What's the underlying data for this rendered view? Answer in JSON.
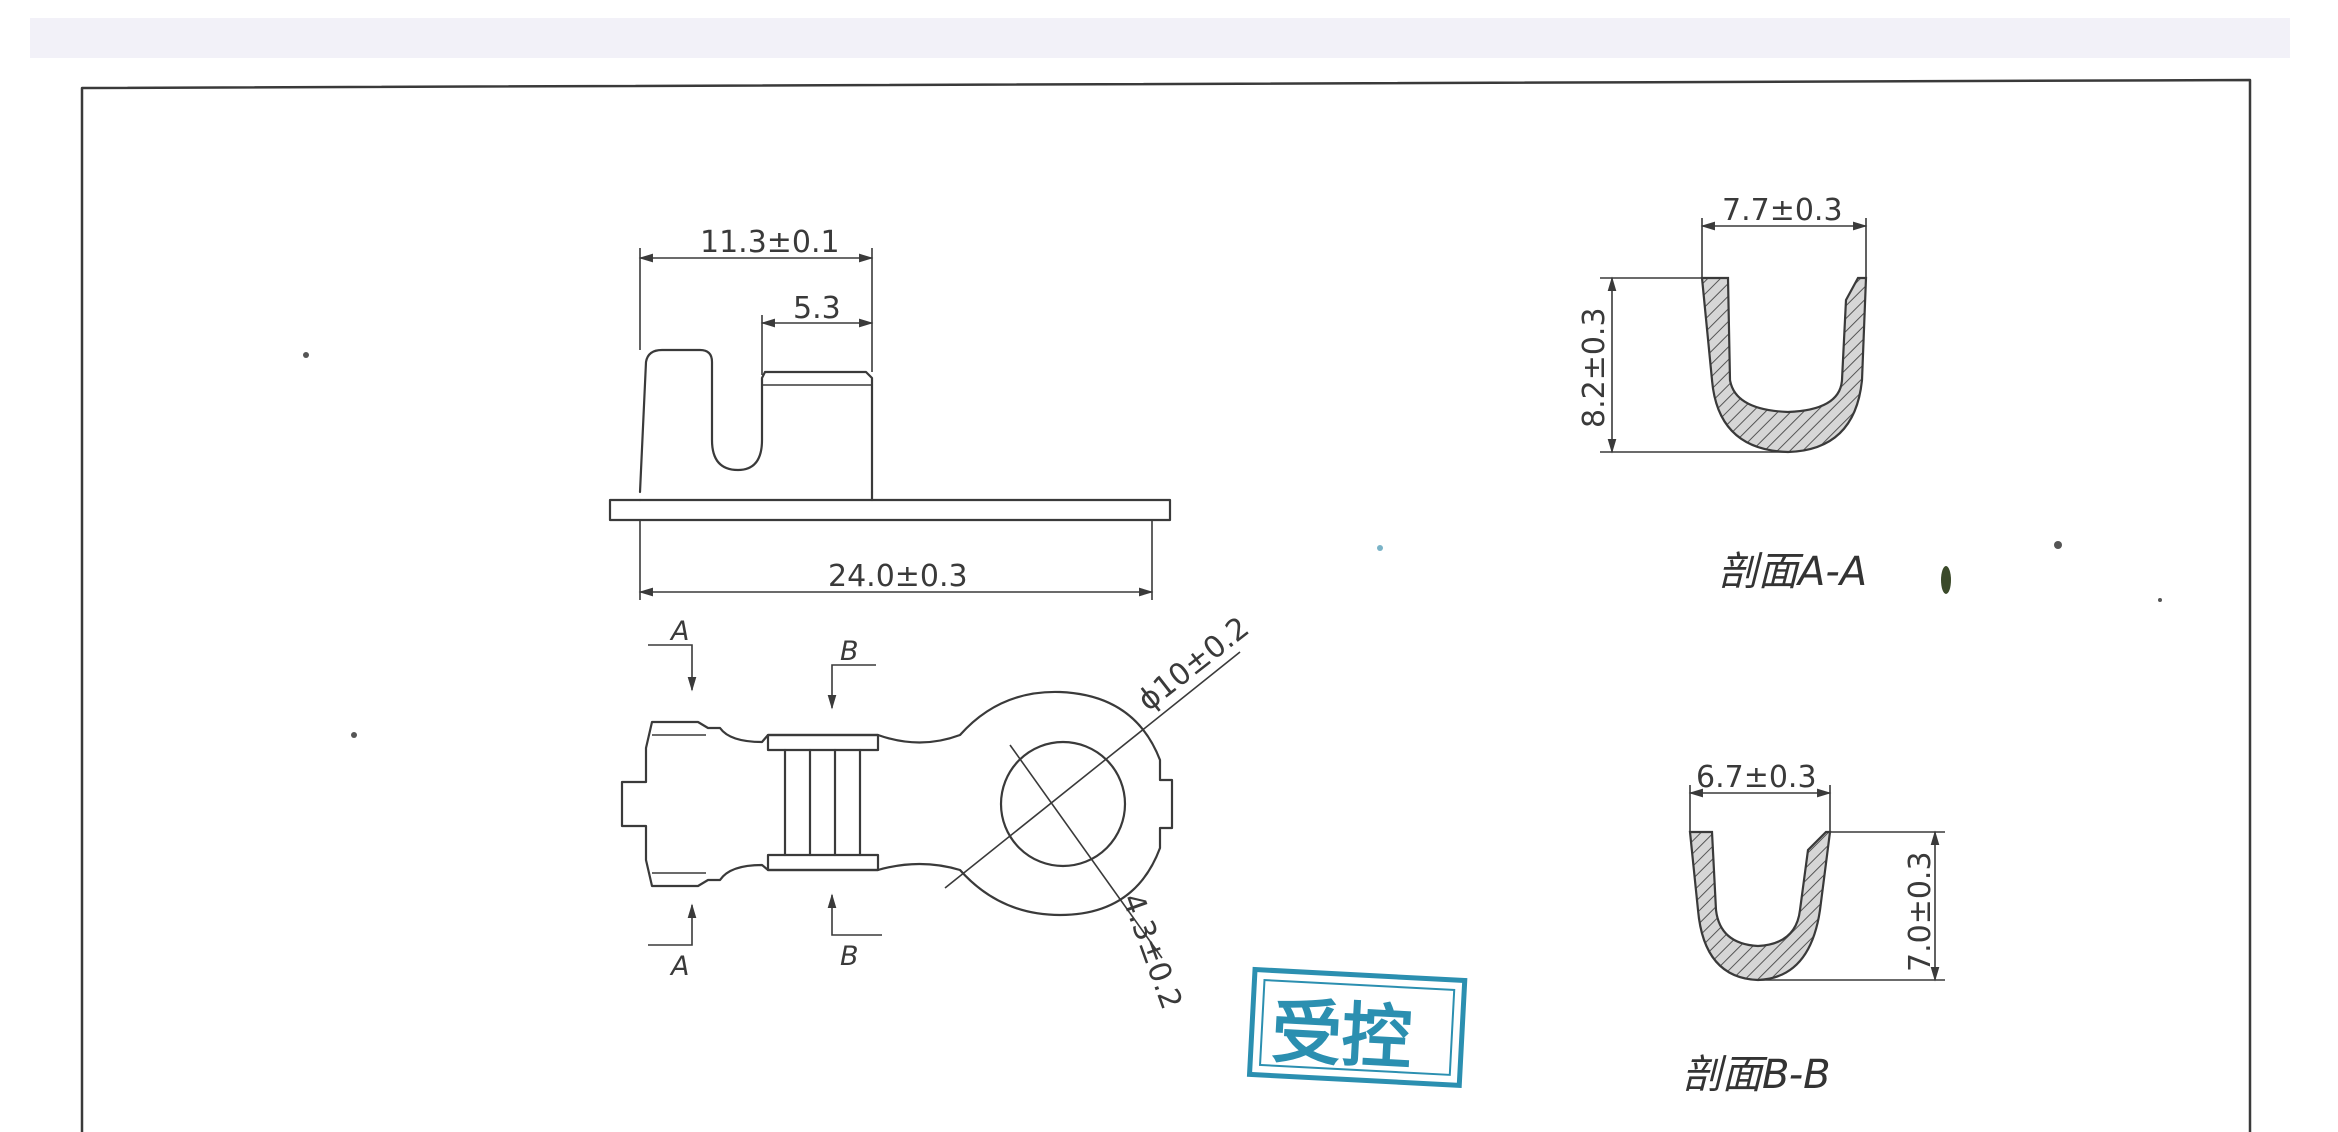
{
  "dimensions": {
    "width_total": "11.3±0.1",
    "slot": "5.3",
    "length": "24.0±0.3",
    "ring_diameter": "ϕ10±0.2",
    "hole": "4.3±0.2",
    "aa_width": "7.7±0.3",
    "aa_height": "8.2±0.3",
    "bb_width": "6.7±0.3",
    "bb_height": "7.0±0.3"
  },
  "section_markers": {
    "a": "A",
    "b": "B"
  },
  "sections": {
    "aa_title": "剖面A-A",
    "bb_title": "剖面B-B"
  },
  "stamp": {
    "text": "受控",
    "color": "#2b8fb0"
  },
  "colors": {
    "line": "#3a3a3a",
    "paper": "#ffffff"
  }
}
